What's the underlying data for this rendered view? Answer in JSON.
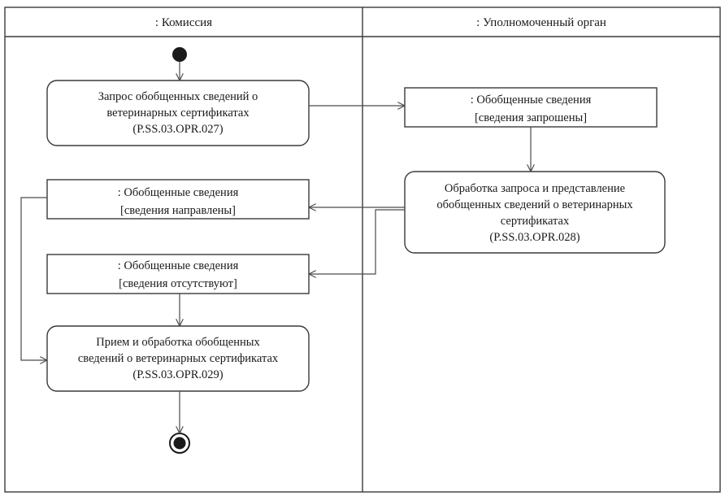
{
  "lanes": {
    "left": {
      "title": ": Комиссия"
    },
    "right": {
      "title": ": Уполномоченный орган"
    }
  },
  "nodes": {
    "request_action": {
      "line1": "Запрос обобщенных сведений о",
      "line2": "ветеринарных сертификатах",
      "line3": "(P.SS.03.OPR.027)"
    },
    "object_requested": {
      "line1": ": Обобщенные сведения",
      "line2": "[сведения запрошены]"
    },
    "processing_action": {
      "line1": "Обработка запроса и представление",
      "line2": "обобщенных сведений о ветеринарных",
      "line3": "сертификатах",
      "line4": "(P.SS.03.OPR.028)"
    },
    "object_sent": {
      "line1": ": Обобщенные сведения",
      "line2": "[сведения направлены]"
    },
    "object_absent": {
      "line1": ": Обобщенные сведения",
      "line2": "[сведения отсутствуют]"
    },
    "receive_action": {
      "line1": "Прием и обработка обобщенных",
      "line2": "сведений о ветеринарных сертификатах",
      "line3": "(P.SS.03.OPR.029)"
    }
  },
  "colors": {
    "line": "#3a3a3a",
    "fill": "#1a1a1a"
  }
}
